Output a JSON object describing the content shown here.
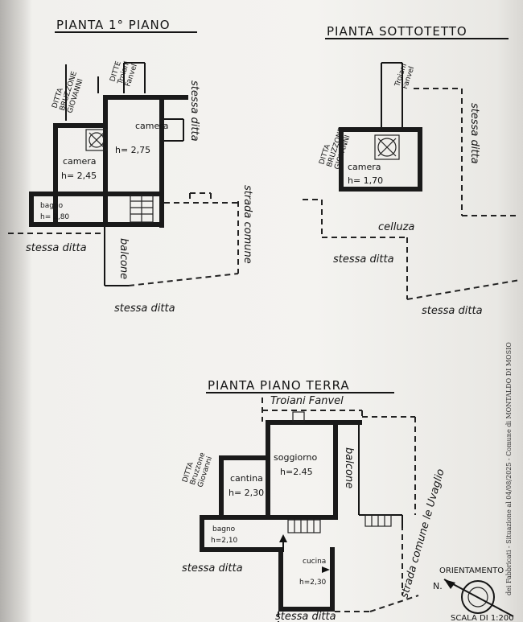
{
  "plans": {
    "first_floor": {
      "title": "PIANTA 1° PIANO",
      "neighbor_left": [
        "DITTA",
        "BRUZZONE",
        "GIOVANNI"
      ],
      "neighbor_top": [
        "DITTE",
        "Troiani",
        "Fanvel"
      ],
      "rooms": [
        {
          "name": "camera",
          "height": "h= 2,75"
        },
        {
          "name": "camera",
          "height": "h= 2,45"
        },
        {
          "name": "bagno",
          "height": "h= 2,80"
        }
      ],
      "labels": [
        "stessa ditta",
        "stessa ditta",
        "balcone",
        "stessa ditta",
        "strada comune"
      ]
    },
    "attic": {
      "title": "PIANTA SOTTOTETTO",
      "neighbor_left": [
        "DITTA",
        "BRUZZONE",
        "GIOVANNI"
      ],
      "neighbor_top": [
        "Troiani",
        "Fanvel"
      ],
      "rooms": [
        {
          "name": "camera",
          "height": "h= 1,70"
        }
      ],
      "labels": [
        "stessa ditta",
        "celluza",
        "stessa ditta",
        "stessa ditta"
      ]
    },
    "ground_floor": {
      "title": "PIANTA PIANO TERRA",
      "neighbor_top": "Troiani Fanvel",
      "neighbor_left": [
        "DITTA",
        "Bruzzone",
        "Giovanni"
      ],
      "rooms": [
        {
          "name": "soggiorno",
          "height": "h=2.45"
        },
        {
          "name": "cantina",
          "height": "h= 2,30"
        },
        {
          "name": "bagno",
          "height": "h=2,10"
        },
        {
          "name": "cucina",
          "height": "h=2,30"
        }
      ],
      "labels": [
        "balcone",
        "strada comune le Uvaglio",
        "stessa ditta",
        "stessa ditta"
      ]
    }
  },
  "orientation": {
    "label": "ORIENTAMENTO",
    "north": "N."
  },
  "scale": "SCALA DI 1:200",
  "side_stamp": "dei Fabbricati - Situazione al 04/08/2025 - Comune di MONTALDO DI MOSIO"
}
